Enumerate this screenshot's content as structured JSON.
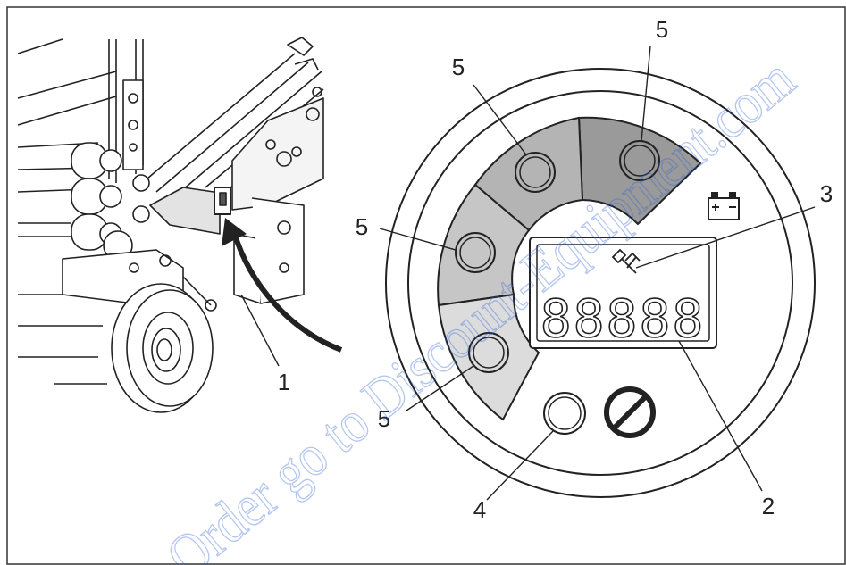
{
  "callouts": {
    "c1": "1",
    "c2": "2",
    "c3": "3",
    "c4": "4",
    "c5a": "5",
    "c5b": "5",
    "c5c": "5",
    "c5d": "5"
  },
  "display": {
    "digits": "88888"
  },
  "watermark": {
    "text": "Order go to Discount-Equipment.com"
  },
  "colors": {
    "line": "#222222",
    "segment_dark": "#9a9a9a",
    "segment_mid": "#b4b4b4",
    "segment_light": "#c6c6c6",
    "segment_lightest": "#dcdcdc",
    "apron": "#e3e3e3",
    "watermark": "#2a5fd6"
  },
  "icons": [
    "battery-icon",
    "wrench-hammer-icon",
    "prohibited-icon"
  ]
}
